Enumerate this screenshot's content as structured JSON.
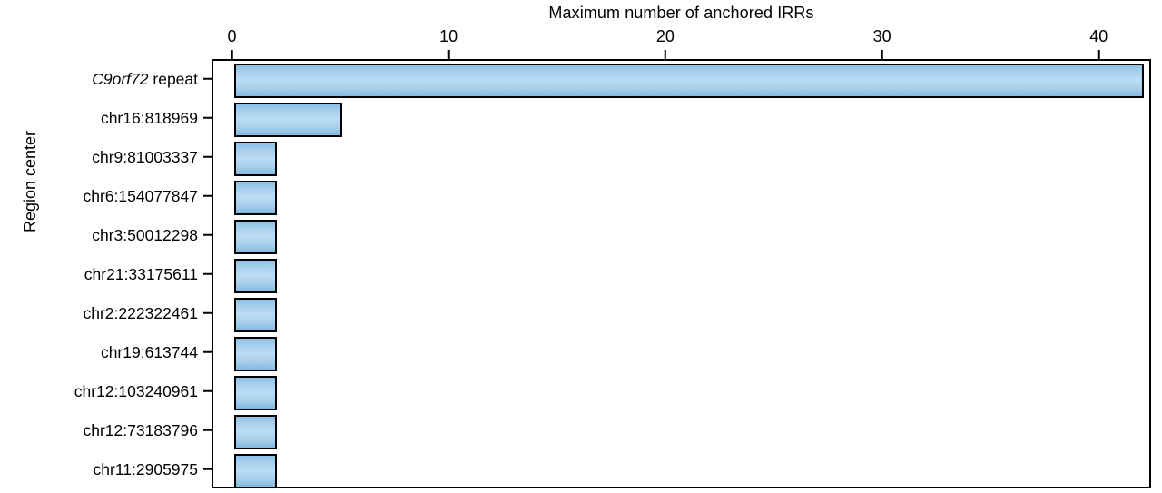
{
  "chart_data": {
    "type": "bar",
    "orientation": "horizontal",
    "title": "",
    "xlabel": "Maximum number of anchored IRRs",
    "ylabel": "Region center",
    "categories": [
      "C9orf72 repeat",
      "chr16:818969",
      "chr9:81003337",
      "chr6:154077847",
      "chr3:50012298",
      "chr21:33175611",
      "chr2:222322461",
      "chr19:613744",
      "chr12:103240961",
      "chr12:73183796",
      "chr11:2905975"
    ],
    "values": [
      42,
      5,
      2,
      2,
      2,
      2,
      2,
      2,
      2,
      2,
      2
    ],
    "xlim": [
      0,
      43.3
    ],
    "xticks": [
      0,
      10,
      20,
      30,
      40
    ],
    "xticklabels": [
      "0",
      "10",
      "20",
      "30",
      "40"
    ],
    "grid": false,
    "legend": false,
    "bar_face_color": "#a8d0ee",
    "bar_edge_color": "#000000",
    "background_color": "#ffffff"
  },
  "axis": {
    "x_title": "Maximum number of anchored IRRs",
    "y_title": "Region center"
  },
  "y_labels": [
    {
      "italic_part": "C9orf72",
      "plain_part": " repeat",
      "full": "C9orf72 repeat"
    },
    {
      "italic_part": "",
      "plain_part": "chr16:818969",
      "full": "chr16:818969"
    },
    {
      "italic_part": "",
      "plain_part": "chr9:81003337",
      "full": "chr9:81003337"
    },
    {
      "italic_part": "",
      "plain_part": "chr6:154077847",
      "full": "chr6:154077847"
    },
    {
      "italic_part": "",
      "plain_part": "chr3:50012298",
      "full": "chr3:50012298"
    },
    {
      "italic_part": "",
      "plain_part": "chr21:33175611",
      "full": "chr21:33175611"
    },
    {
      "italic_part": "",
      "plain_part": "chr2:222322461",
      "full": "chr2:222322461"
    },
    {
      "italic_part": "",
      "plain_part": "chr19:613744",
      "full": "chr19:613744"
    },
    {
      "italic_part": "",
      "plain_part": "chr12:103240961",
      "full": "chr12:103240961"
    },
    {
      "italic_part": "",
      "plain_part": "chr12:73183796",
      "full": "chr12:73183796"
    },
    {
      "italic_part": "",
      "plain_part": "chr11:2905975",
      "full": "chr11:2905975"
    }
  ]
}
